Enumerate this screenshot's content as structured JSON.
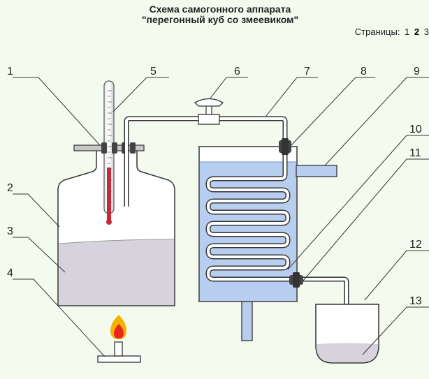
{
  "title": {
    "line1": "Схема самогонного аппарата",
    "line2": "\"перегонный куб со змеевиком\""
  },
  "pages": {
    "label": "Страницы:",
    "items": [
      "1",
      "2",
      "3"
    ],
    "current": "2"
  },
  "labels": [
    "1",
    "2",
    "3",
    "4",
    "5",
    "6",
    "7",
    "8",
    "9",
    "10",
    "11",
    "12",
    "13"
  ],
  "colors": {
    "background": "#f4fbee",
    "water": "#b8cef0",
    "mash": "#d6d3dc",
    "outline": "#333333",
    "flame_outer": "#f2b400",
    "flame_inner": "#e8261e"
  }
}
